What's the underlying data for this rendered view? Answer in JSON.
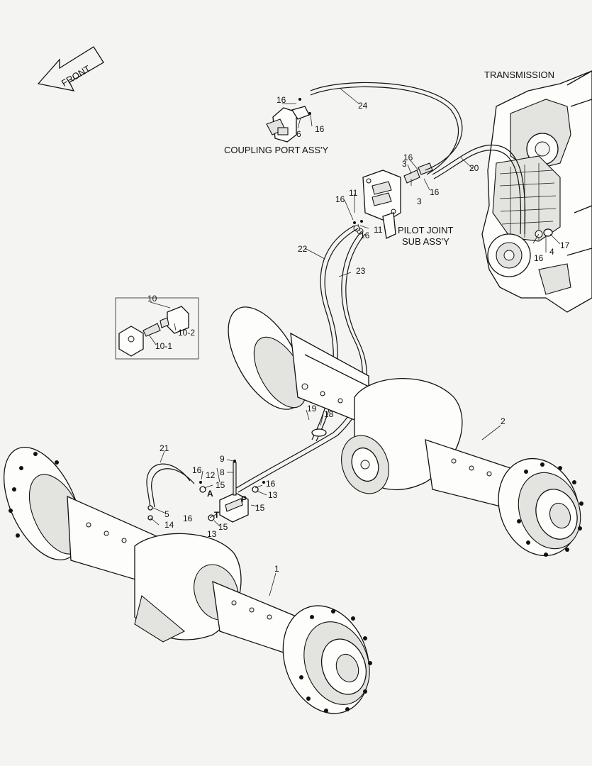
{
  "captions": {
    "front": "FRONT",
    "transmission": "TRANSMISSION",
    "coupling_port": "COUPLING PORT ASS'Y",
    "pilot_joint_1": "PILOT JOINT",
    "pilot_joint_2": "SUB ASS'Y"
  },
  "ports": {
    "a": "A",
    "t": "T",
    "p": "P"
  },
  "callouts": {
    "c1": "1",
    "c2": "2",
    "c3a": "3",
    "c3b": "3",
    "c4": "4",
    "c5": "5",
    "c6": "6",
    "c8": "8",
    "c9": "9",
    "c10": "10",
    "c10_1": "10-1",
    "c10_2": "10-2",
    "c11a": "11",
    "c11b": "11",
    "c12": "12",
    "c13a": "13",
    "c13b": "13",
    "c14": "14",
    "c15a": "15",
    "c15b": "15",
    "c15c": "15",
    "c16_cp1": "16",
    "c16_cp2": "16",
    "c16_pj1": "16",
    "c16_pj2": "16",
    "c16_pj3": "16",
    "c16_pj4": "16",
    "c16_tr": "16",
    "c16_v1": "16",
    "c16_v2": "16",
    "c16_v3": "16",
    "c17": "17",
    "c18": "18",
    "c19": "19",
    "c20": "20",
    "c21": "21",
    "c22": "22",
    "c23": "23",
    "c24": "24"
  }
}
